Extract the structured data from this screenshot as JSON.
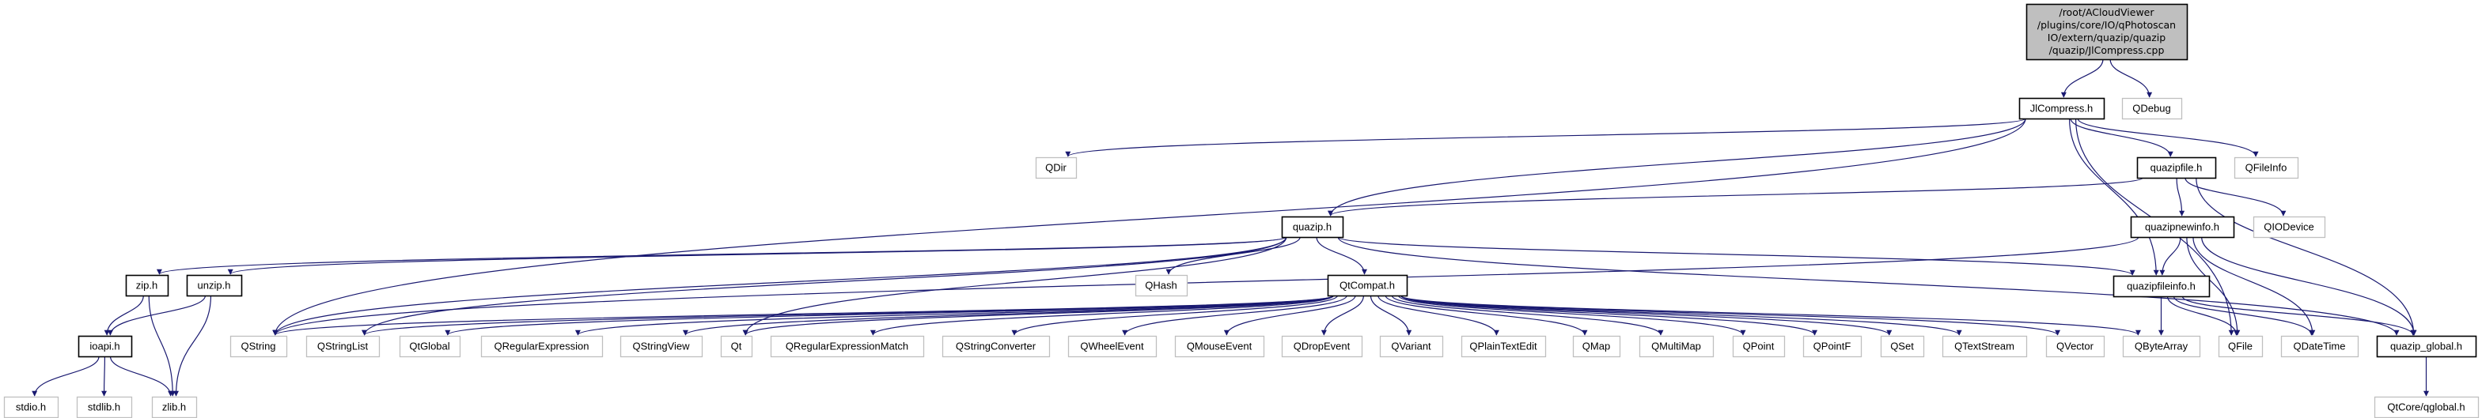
{
  "graph": {
    "colors": {
      "edge": "#191970",
      "root_fill": "#bfbfbf",
      "documented_border": "#000000",
      "external_border": "#bfbfbf"
    },
    "nodes": [
      {
        "id": "root",
        "label": [
          "/root/ACloudViewer",
          "/plugins/core/IO/qPhotoscan",
          "IO/extern/quazip/quazip",
          "/quazip/JlCompress.cpp"
        ],
        "kind": "root"
      },
      {
        "id": "JlCompress",
        "label": "JlCompress.h",
        "kind": "documented"
      },
      {
        "id": "QDebug",
        "label": "QDebug",
        "kind": "external"
      },
      {
        "id": "QDir",
        "label": "QDir",
        "kind": "external"
      },
      {
        "id": "quazipfile",
        "label": "quazipfile.h",
        "kind": "documented"
      },
      {
        "id": "QFileInfo",
        "label": "QFileInfo",
        "kind": "external"
      },
      {
        "id": "quazip",
        "label": "quazip.h",
        "kind": "documented"
      },
      {
        "id": "quazipnewinfo",
        "label": "quazipnewinfo.h",
        "kind": "documented"
      },
      {
        "id": "QIODevice",
        "label": "QIODevice",
        "kind": "external"
      },
      {
        "id": "zip",
        "label": "zip.h",
        "kind": "documented"
      },
      {
        "id": "unzip",
        "label": "unzip.h",
        "kind": "documented"
      },
      {
        "id": "QHash",
        "label": "QHash",
        "kind": "external"
      },
      {
        "id": "QtCompat",
        "label": "QtCompat.h",
        "kind": "documented"
      },
      {
        "id": "quazipfileinfo",
        "label": "quazipfileinfo.h",
        "kind": "documented"
      },
      {
        "id": "ioapi",
        "label": "ioapi.h",
        "kind": "documented"
      },
      {
        "id": "QString",
        "label": "QString",
        "kind": "external"
      },
      {
        "id": "QStringList",
        "label": "QStringList",
        "kind": "external"
      },
      {
        "id": "QtGlobal",
        "label": "QtGlobal",
        "kind": "external"
      },
      {
        "id": "QRegularExpression",
        "label": "QRegularExpression",
        "kind": "external"
      },
      {
        "id": "QStringView",
        "label": "QStringView",
        "kind": "external"
      },
      {
        "id": "Qt",
        "label": "Qt",
        "kind": "external"
      },
      {
        "id": "QRegularExpressionMatch",
        "label": "QRegularExpressionMatch",
        "kind": "external"
      },
      {
        "id": "QStringConverter",
        "label": "QStringConverter",
        "kind": "external"
      },
      {
        "id": "QWheelEvent",
        "label": "QWheelEvent",
        "kind": "external"
      },
      {
        "id": "QMouseEvent",
        "label": "QMouseEvent",
        "kind": "external"
      },
      {
        "id": "QDropEvent",
        "label": "QDropEvent",
        "kind": "external"
      },
      {
        "id": "QVariant",
        "label": "QVariant",
        "kind": "external"
      },
      {
        "id": "QPlainTextEdit",
        "label": "QPlainTextEdit",
        "kind": "external"
      },
      {
        "id": "QMap",
        "label": "QMap",
        "kind": "external"
      },
      {
        "id": "QMultiMap",
        "label": "QMultiMap",
        "kind": "external"
      },
      {
        "id": "QPoint",
        "label": "QPoint",
        "kind": "external"
      },
      {
        "id": "QPointF",
        "label": "QPointF",
        "kind": "external"
      },
      {
        "id": "QSet",
        "label": "QSet",
        "kind": "external"
      },
      {
        "id": "QTextStream",
        "label": "QTextStream",
        "kind": "external"
      },
      {
        "id": "QVector",
        "label": "QVector",
        "kind": "external"
      },
      {
        "id": "QByteArray",
        "label": "QByteArray",
        "kind": "external"
      },
      {
        "id": "QFile",
        "label": "QFile",
        "kind": "external"
      },
      {
        "id": "QDateTime",
        "label": "QDateTime",
        "kind": "external"
      },
      {
        "id": "quazip_global",
        "label": "quazip_global.h",
        "kind": "documented"
      },
      {
        "id": "stdio",
        "label": "stdio.h",
        "kind": "external"
      },
      {
        "id": "stdlib",
        "label": "stdlib.h",
        "kind": "external"
      },
      {
        "id": "zlib",
        "label": "zlib.h",
        "kind": "external"
      },
      {
        "id": "qglobal",
        "label": "QtCore/qglobal.h",
        "kind": "external"
      }
    ],
    "edges": [
      [
        "root",
        "JlCompress"
      ],
      [
        "root",
        "QDebug"
      ],
      [
        "JlCompress",
        "QDir"
      ],
      [
        "JlCompress",
        "QString"
      ],
      [
        "JlCompress",
        "quazip"
      ],
      [
        "JlCompress",
        "quazipfile"
      ],
      [
        "JlCompress",
        "QFileInfo"
      ],
      [
        "JlCompress",
        "quazipfileinfo"
      ],
      [
        "JlCompress",
        "QFile"
      ],
      [
        "quazipfile",
        "quazip"
      ],
      [
        "quazipfile",
        "quazipnewinfo"
      ],
      [
        "quazipfile",
        "QIODevice"
      ],
      [
        "quazipfile",
        "quazip_global"
      ],
      [
        "quazipnewinfo",
        "QString"
      ],
      [
        "quazipnewinfo",
        "quazipfileinfo"
      ],
      [
        "quazipnewinfo",
        "QFile"
      ],
      [
        "quazipnewinfo",
        "QDateTime"
      ],
      [
        "quazipnewinfo",
        "quazip_global"
      ],
      [
        "quazipfileinfo",
        "QByteArray"
      ],
      [
        "quazipfileinfo",
        "QFile"
      ],
      [
        "quazipfileinfo",
        "QDateTime"
      ],
      [
        "quazipfileinfo",
        "quazip_global"
      ],
      [
        "quazip_global",
        "qglobal"
      ],
      [
        "quazip",
        "zip"
      ],
      [
        "quazip",
        "unzip"
      ],
      [
        "quazip",
        "QHash"
      ],
      [
        "quazip",
        "QtCompat"
      ],
      [
        "quazip",
        "QString"
      ],
      [
        "quazip",
        "QStringList"
      ],
      [
        "quazip",
        "Qt"
      ],
      [
        "quazip",
        "quazipfileinfo"
      ],
      [
        "quazip",
        "quazip_global"
      ],
      [
        "zip",
        "ioapi"
      ],
      [
        "zip",
        "zlib"
      ],
      [
        "unzip",
        "ioapi"
      ],
      [
        "unzip",
        "zlib"
      ],
      [
        "ioapi",
        "stdio"
      ],
      [
        "ioapi",
        "stdlib"
      ],
      [
        "ioapi",
        "zlib"
      ],
      [
        "QtCompat",
        "QString"
      ],
      [
        "QtCompat",
        "QStringList"
      ],
      [
        "QtCompat",
        "QtGlobal"
      ],
      [
        "QtCompat",
        "QRegularExpression"
      ],
      [
        "QtCompat",
        "QStringView"
      ],
      [
        "QtCompat",
        "Qt"
      ],
      [
        "QtCompat",
        "QRegularExpressionMatch"
      ],
      [
        "QtCompat",
        "QStringConverter"
      ],
      [
        "QtCompat",
        "QWheelEvent"
      ],
      [
        "QtCompat",
        "QMouseEvent"
      ],
      [
        "QtCompat",
        "QDropEvent"
      ],
      [
        "QtCompat",
        "QVariant"
      ],
      [
        "QtCompat",
        "QPlainTextEdit"
      ],
      [
        "QtCompat",
        "QMap"
      ],
      [
        "QtCompat",
        "QMultiMap"
      ],
      [
        "QtCompat",
        "QPoint"
      ],
      [
        "QtCompat",
        "QPointF"
      ],
      [
        "QtCompat",
        "QSet"
      ],
      [
        "QtCompat",
        "QTextStream"
      ],
      [
        "QtCompat",
        "QVector"
      ],
      [
        "QtCompat",
        "QByteArray"
      ]
    ]
  }
}
